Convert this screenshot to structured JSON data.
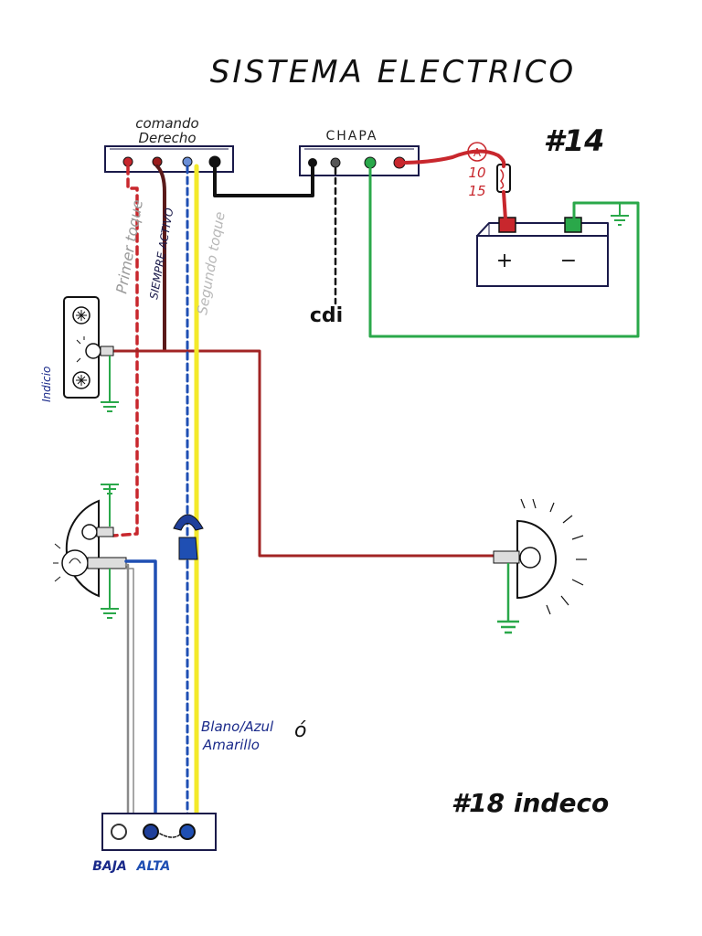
{
  "title": "SISTEMA ELECTRICO",
  "labels": {
    "comando_line1": "comando",
    "comando_line2": "Derecho",
    "chapa": "CHAPA",
    "number_14": "#14",
    "fuse_a": "A",
    "fuse_10": "10",
    "fuse_15": "15",
    "battery_plus": "+",
    "battery_minus": "−",
    "cdi": "cdi",
    "primer_toque": "Primer toque",
    "siempre_activo": "SIEMPRE ACTIVO",
    "segundo_toque": "Segundo toque",
    "indicador": "Indicio",
    "wire_note_line1": "Blano/Azul",
    "wire_note_line2": "Amarillo",
    "wire_note_alt": "ó",
    "number_18": "#18 indeco",
    "baja": "BAJA",
    "alta": "ALTA"
  },
  "colors": {
    "red": "#c8272d",
    "dark_red": "#9b1c1c",
    "blue": "#1f4fb3",
    "yellow": "#f3ea2a",
    "green": "#2aa84a",
    "black": "#111111",
    "gray": "#8a8a8a",
    "navy": "#1a2a8a"
  }
}
